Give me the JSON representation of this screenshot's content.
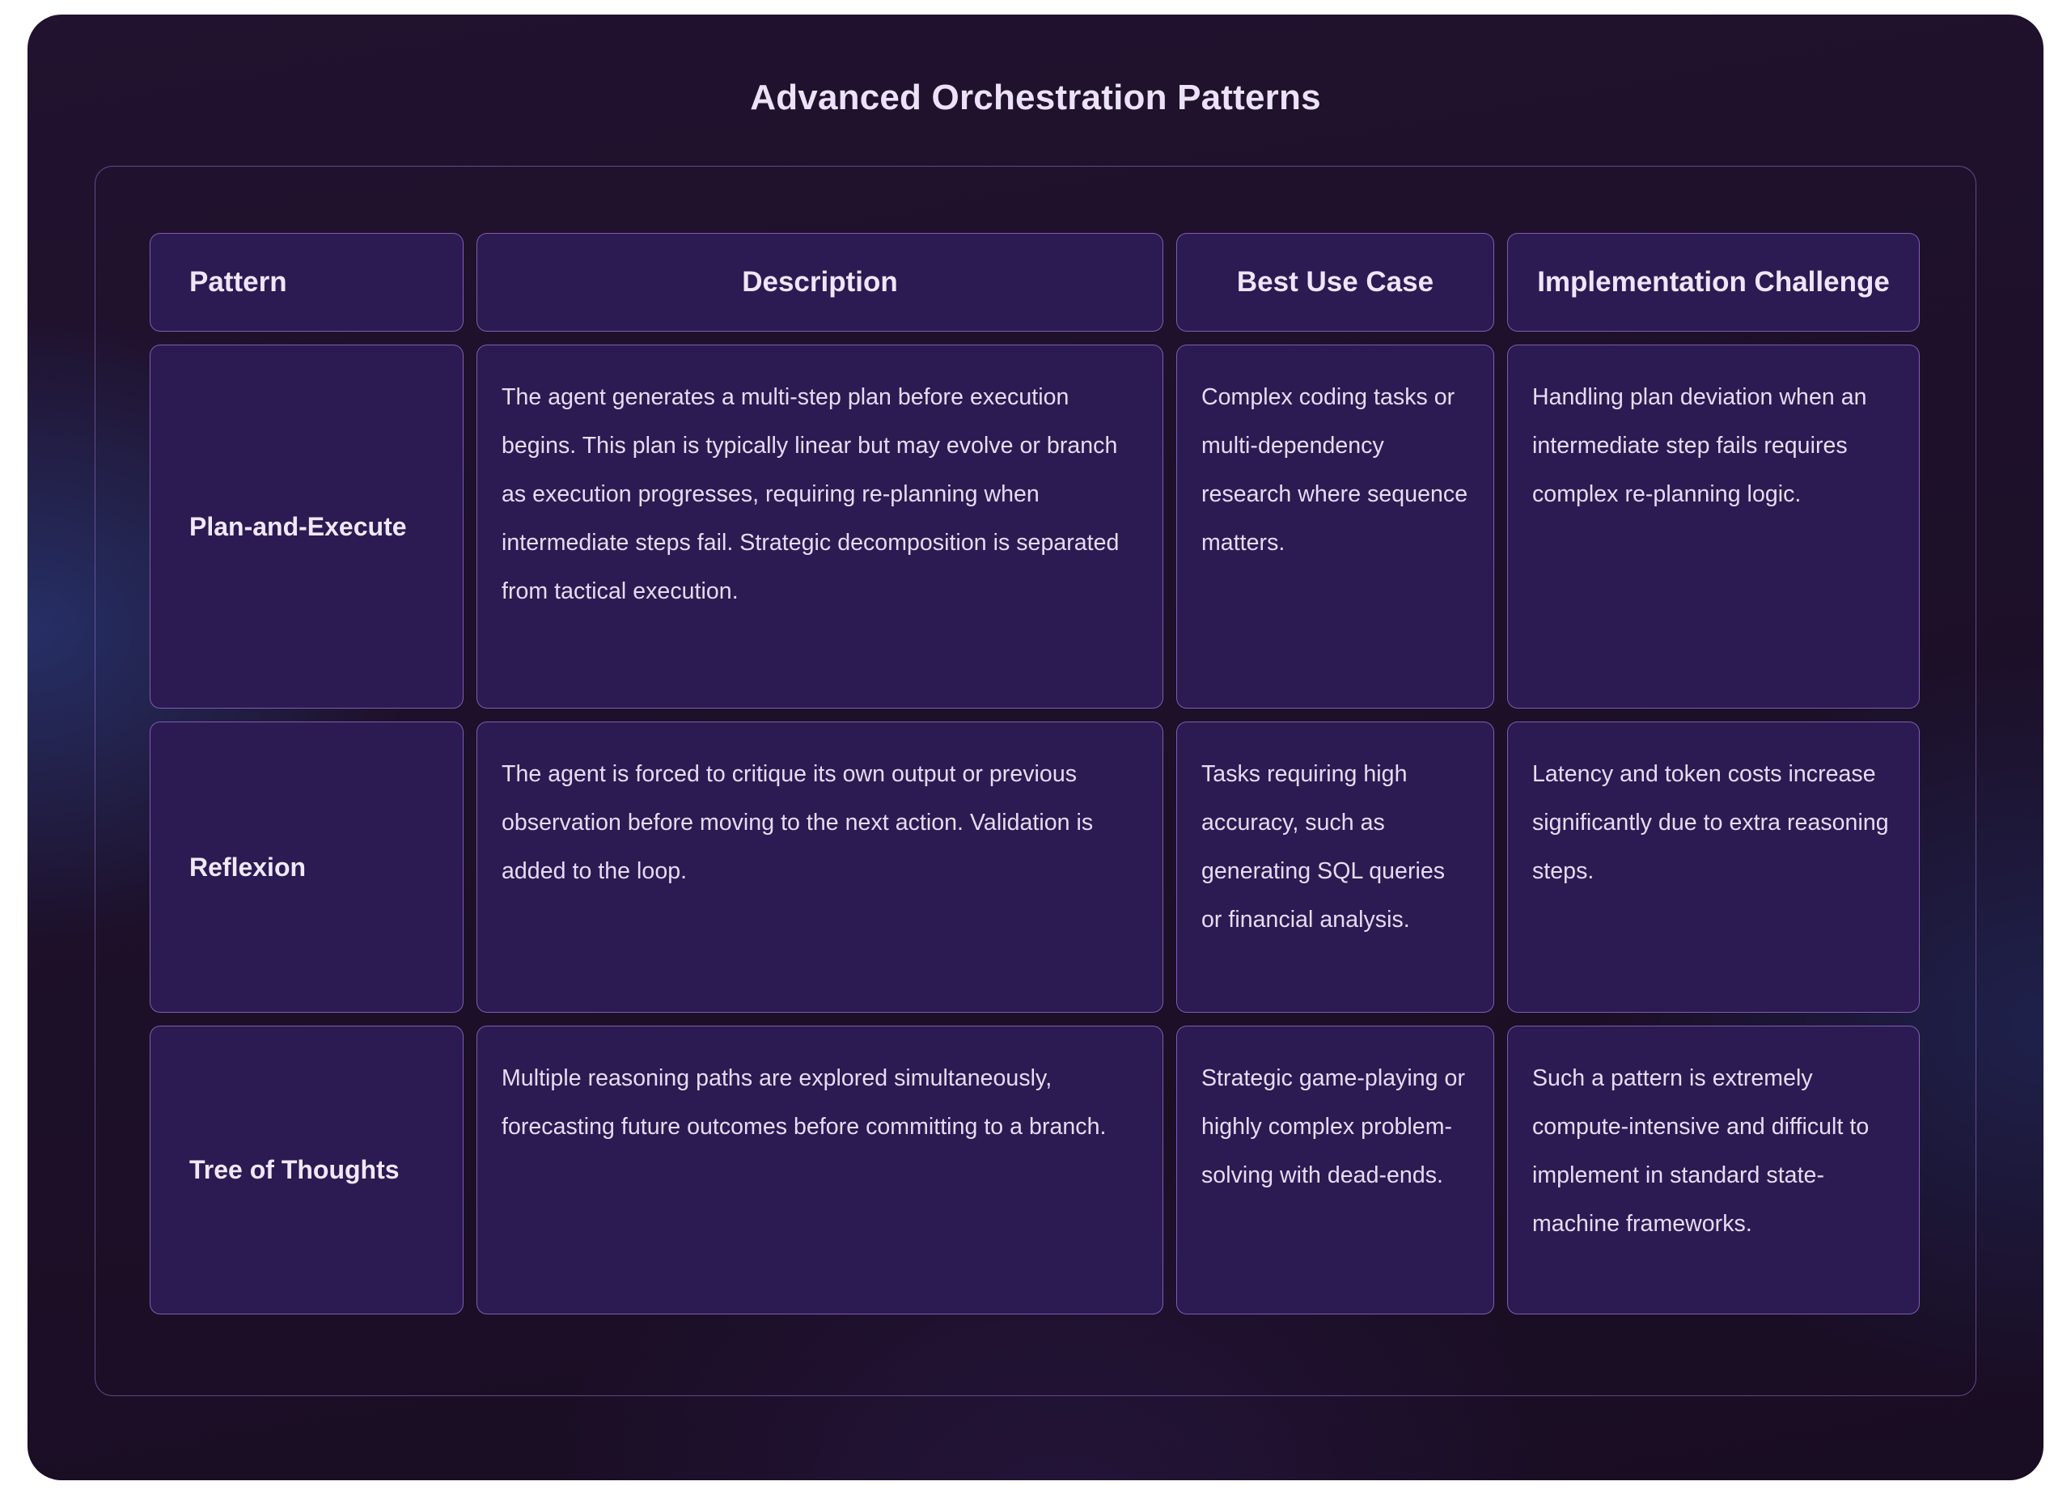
{
  "page": {
    "title": "Advanced Orchestration Patterns",
    "background_color": "#ffffff",
    "card_color": "#1d1029",
    "cell_color": "#2c1a52",
    "cell_border_color": "#9671ce",
    "title_color": "#ece2f7",
    "body_text_color": "#e6dcf2"
  },
  "table": {
    "headers": [
      {
        "label": "Pattern",
        "align": "left"
      },
      {
        "label": "Description",
        "align": "center"
      },
      {
        "label": "Best Use Case",
        "align": "center"
      },
      {
        "label": "Implementation Challenge",
        "align": "center"
      }
    ],
    "rows": [
      {
        "pattern": "Plan-and-Execute",
        "description": "The agent generates a multi-step plan before execution begins. This plan is typically linear but may evolve or branch as execution progresses, requiring re-planning when intermediate steps fail. Strategic decomposition is separated from tactical execution.",
        "best_use_case": "Complex coding tasks or multi-dependency research where sequence matters.",
        "implementation_challenge": "Handling plan deviation when an intermediate step fails requires complex re-planning logic."
      },
      {
        "pattern": "Reflexion",
        "description": "The agent is forced to critique its own output or previous observation before moving to the next action. Validation is added to the loop.",
        "best_use_case": "Tasks requiring high accuracy, such as generating SQL queries or financial analysis.",
        "implementation_challenge": "Latency and token costs increase significantly due to extra reasoning steps."
      },
      {
        "pattern": "Tree of Thoughts",
        "description": "Multiple reasoning paths are explored simultaneously, forecasting future outcomes before committing to a branch.",
        "best_use_case": "Strategic game-playing or highly complex problem-solving with dead-ends.",
        "implementation_challenge": "Such a pattern is extremely compute-intensive and difficult to implement in standard state-machine frameworks."
      }
    ]
  }
}
